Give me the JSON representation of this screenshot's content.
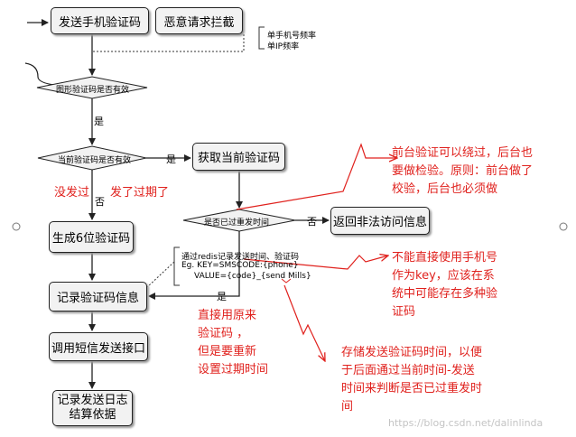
{
  "nodes": {
    "send_code": "发送手机验证码",
    "block_malicious": "恶意请求拦截",
    "gen_code": "生成6位验证码",
    "record_code": "记录验证码信息",
    "call_sms": "调用短信发送接口",
    "log_line1": "记录发送日志",
    "log_line2": "结算依据",
    "get_current": "获取当前验证码",
    "return_illegal": "返回非法访问信息"
  },
  "decisions": {
    "captcha_valid": "图形验证码是否有效",
    "code_exists": "当前验证码是否有效",
    "resend_expired": "是否已过重发时间"
  },
  "labels": {
    "yes_1": "是",
    "yes_2": "是",
    "no_1": "否",
    "no_2": "否",
    "yes_3": "是"
  },
  "notes": {
    "freq_phone": "单手机号频率",
    "freq_ip": "单IP频率",
    "redis_1": "通过redis记录发送时间、验证码",
    "redis_2": "Eg. KEY=SMSCODE:{phone}",
    "redis_3": "VALUE={code}_{send Mills}"
  },
  "annotations": {
    "not_sent": "没发过",
    "sent_expired": "发了过期了",
    "frontend_1": "前台验证可以绕过，后台也",
    "frontend_2": "要做检验。原则：前台做了",
    "frontend_3": "校验，后台也必须做",
    "phone_key_1": "不能直接使用手机号",
    "phone_key_2": "作为key，应该在系",
    "phone_key_3": "统中可能存在多种验",
    "phone_key_4": "证码",
    "reuse_1": "直接用原来",
    "reuse_2": "验证码  ，",
    "reuse_3": "但是要重新",
    "reuse_4": "设置过期时间",
    "store_1": "存储发送验证码时间，以便",
    "store_2": "于后面通过当前时间-发送",
    "store_3": "时间来判断是否已过重发时",
    "store_4": "间"
  },
  "watermark": "https://blog.csdn.net/dalinlinda",
  "colors": {
    "annotation": "#e0211d",
    "box_fill": "#f2f2f2",
    "line": "#222222"
  }
}
